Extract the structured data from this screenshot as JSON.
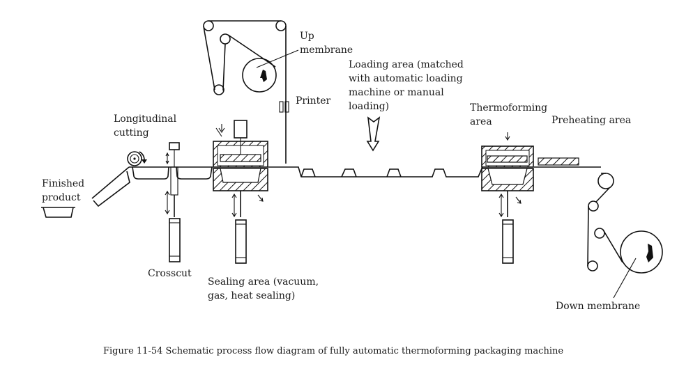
{
  "figure": {
    "caption": "Figure 11-54 Schematic process flow diagram of fully automatic thermoforming packaging machine",
    "labels": {
      "up_membrane_1": "Up",
      "up_membrane_2": "membrane",
      "printer": "Printer",
      "loading_1": "Loading area (matched",
      "loading_2": "with automatic loading",
      "loading_3": "machine or manual",
      "loading_4": "loading)",
      "thermoforming_1": "Thermoforming",
      "thermoforming_2": "area",
      "preheating": "Preheating area",
      "longitudinal_1": "Longitudinal",
      "longitudinal_2": "cutting",
      "finished_1": "Finished",
      "finished_2": "product",
      "crosscut": "Crosscut",
      "sealing_1": "Sealing area (vacuum,",
      "sealing_2": "gas, heat sealing)",
      "down_membrane": "Down membrane"
    },
    "process_stages": [
      "Down membrane",
      "Preheating area",
      "Thermoforming area",
      "Loading area",
      "Sealing area",
      "Crosscut",
      "Longitudinal cutting",
      "Finished product"
    ]
  }
}
